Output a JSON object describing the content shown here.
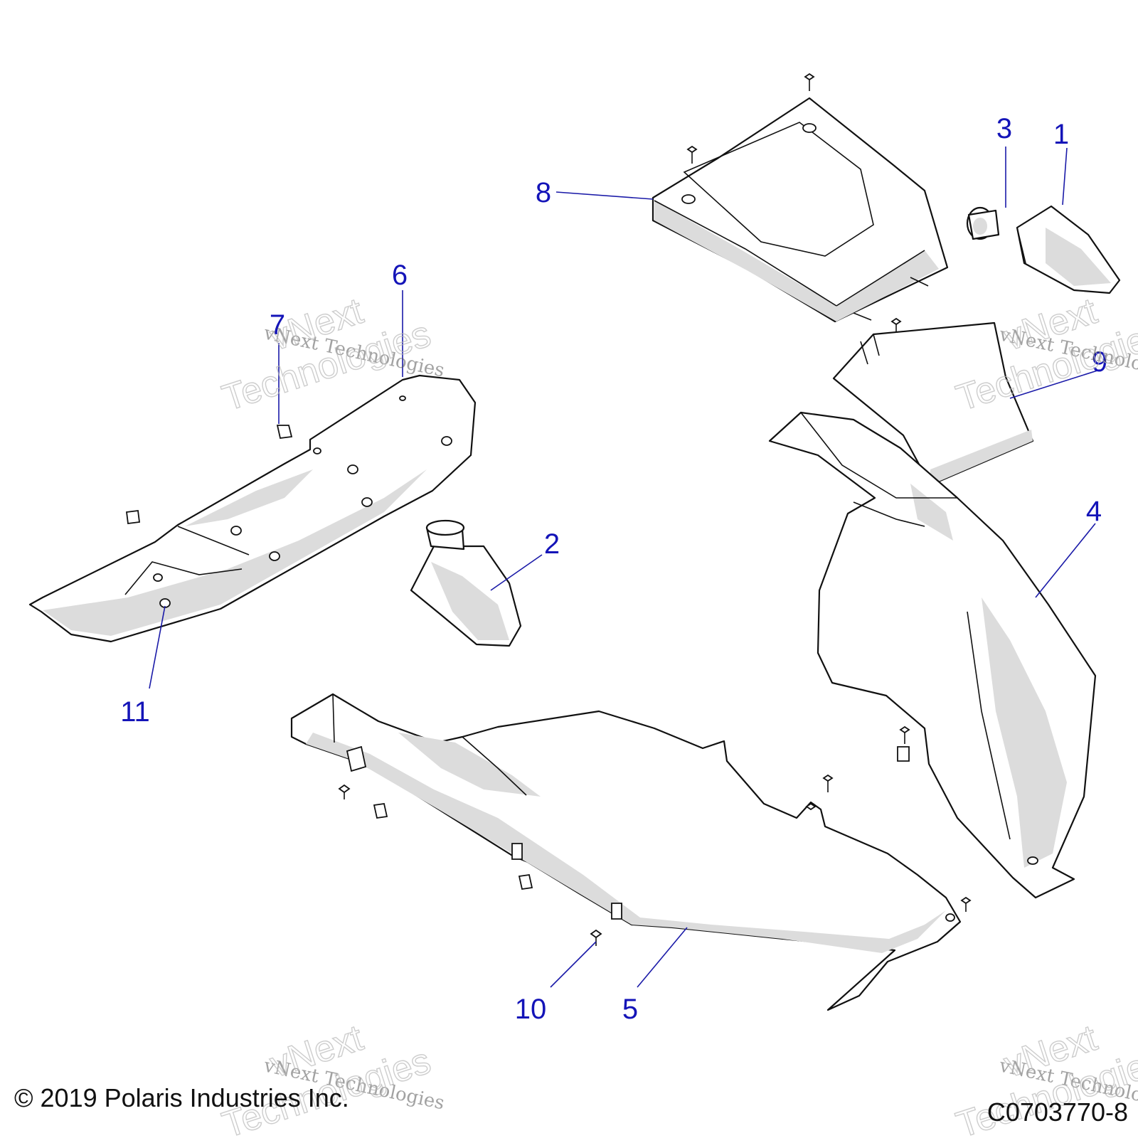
{
  "callouts": [
    {
      "id": "1",
      "label": "1"
    },
    {
      "id": "2",
      "label": "2"
    },
    {
      "id": "3",
      "label": "3"
    },
    {
      "id": "4",
      "label": "4"
    },
    {
      "id": "5",
      "label": "5"
    },
    {
      "id": "6",
      "label": "6"
    },
    {
      "id": "7",
      "label": "7"
    },
    {
      "id": "8",
      "label": "8"
    },
    {
      "id": "9",
      "label": "9"
    },
    {
      "id": "10",
      "label": "10"
    },
    {
      "id": "11",
      "label": "11"
    }
  ],
  "watermark": {
    "line_small": "vNext Technologies",
    "line_big_1": "vNext",
    "line_big_2": "Technologies"
  },
  "footer": {
    "copyright": "© 2019 Polaris Industries Inc.",
    "drawing_number": "C0703770-8"
  },
  "colors": {
    "callout": "#1414b8",
    "line": "#111111",
    "shading": "#dcdcdc"
  }
}
